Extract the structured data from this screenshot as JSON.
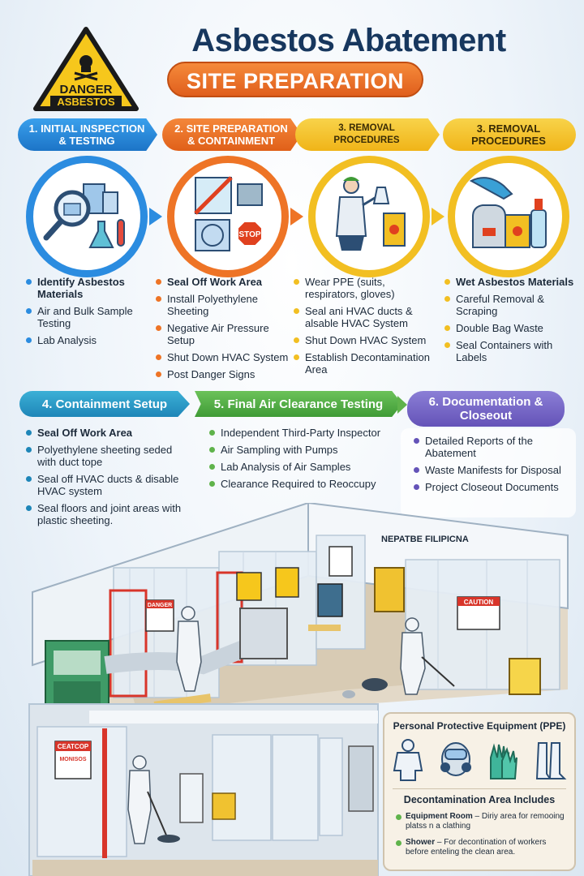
{
  "header": {
    "sign_line1": "DANGER",
    "sign_line2": "ASBESTOS",
    "title": "Asbestos Abatement",
    "subtitle": "SITE PREPARATION"
  },
  "top_steps": [
    {
      "label": "1. INITIAL INSPECTION & TESTING",
      "color": "#2b8ce0",
      "items": [
        {
          "text": "Identify Asbestos Materials",
          "bold": true
        },
        {
          "text": "Air and Bulk Sample Testing",
          "bold": false
        },
        {
          "text": "Lab Analysis",
          "bold": false
        }
      ]
    },
    {
      "label": "2. SITE PREPARATION & CONTAINMENT",
      "color": "#ee7426",
      "stop_sign": "STOP",
      "items": [
        {
          "text": "Seal Off Work Area",
          "bold": true
        },
        {
          "text": "Install Polyethylene Sheeting",
          "bold": false
        },
        {
          "text": "Negative Air Pressure Setup",
          "bold": false
        },
        {
          "text": "Shut Down HVAC System",
          "bold": false
        },
        {
          "text": "Post Danger Signs",
          "bold": false
        }
      ]
    },
    {
      "label": "3. REMOVAL PROCEDURES",
      "color": "#f2bf22",
      "items": [
        {
          "text": "Wear PPE (suits, respirators, gloves)",
          "bold": false
        },
        {
          "text": "Seal ani HVAC ducts & alsable HVAC System",
          "bold": false
        },
        {
          "text": "Shut Down HVAC System",
          "bold": false
        },
        {
          "text": "Establish Decontamination Area",
          "bold": false
        }
      ]
    },
    {
      "label": "3. REMOVAL PROCEDURES",
      "color": "#f2bf22",
      "items": [
        {
          "text": "Wet Asbestos Materials",
          "bold": true
        },
        {
          "text": "Careful Removal & Scraping",
          "bold": false
        },
        {
          "text": "Double Bag Waste",
          "bold": false
        },
        {
          "text": "Seal Containers with Labels",
          "bold": false
        }
      ]
    }
  ],
  "lower_steps": [
    {
      "label": "4. Containment Setup",
      "color": "#1e86b8",
      "items": [
        {
          "text": "Seal Off Work Area",
          "bold": true
        },
        {
          "text": "Polyethylene sheeting seded with duct tope",
          "bold": false
        },
        {
          "text": "Seal off HVAC ducts & disable HVAC system",
          "bold": false
        },
        {
          "text": "Seal floors and joint areas with plastic sheeting.",
          "bold": false
        }
      ]
    },
    {
      "label": "5. Final Air Clearance Testing",
      "color": "#5fb34b",
      "items": [
        {
          "text": "Independent Third-Party Inspector",
          "bold": false
        },
        {
          "text": "Air Sampling with Pumps",
          "bold": false
        },
        {
          "text": "Lab Analysis of Air Samples",
          "bold": false
        },
        {
          "text": "Clearance Required to Reoccupy",
          "bold": false
        }
      ]
    },
    {
      "label": "6. Documentation & Closeout",
      "color": "#6453b8",
      "items": [
        {
          "text": "Detailed Reports of the Abatement",
          "bold": false
        },
        {
          "text": "Waste Manifests for Disposal",
          "bold": false
        },
        {
          "text": "Project Closeout Documents",
          "bold": false
        }
      ]
    }
  ],
  "scene": {
    "wall_sign": "NEPATBE FILIPICNA",
    "danger_tag": "DANGER",
    "caution_tag": "CAUTION",
    "left_sign_1": "CEATCOP",
    "left_sign_2": "MONISOS"
  },
  "ppe_panel": {
    "title": "Personal Protective Equipment (PPE)",
    "decon_title": "Decontamination Area Includes",
    "decon_items": [
      {
        "term": "Equipment Room",
        "desc": " – Diriy area for remooing platss n a clathing"
      },
      {
        "term": "Shower",
        "desc": " – For decontination of workers before enteling the clean area."
      }
    ]
  },
  "colors": {
    "title": "#17375e",
    "subtitle_bg": "#e05f1d",
    "danger_yellow": "#f6c71c",
    "blue": "#2b8ce0",
    "orange": "#ee7426",
    "yellow": "#f2bf22",
    "green": "#5fb34b",
    "purple": "#6453b8"
  },
  "icons": {
    "step1": "magnifier-building-flask-icon",
    "step2": "plastic-sheeting-fan-stop-icon",
    "step3": "worker-vacuum-bucket-icon",
    "step4": "gloved-hand-bags-spray-icon",
    "ppe": [
      "protective-suit-icon",
      "respirator-icon",
      "gloves-icon",
      "boots-icon"
    ]
  }
}
